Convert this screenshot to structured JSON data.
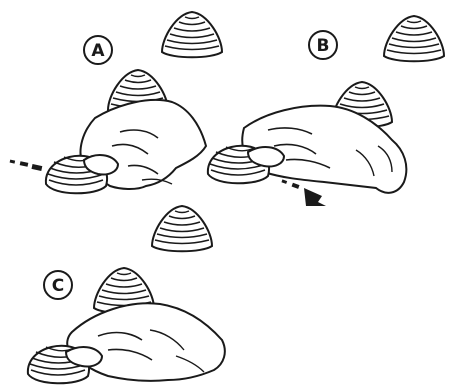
{
  "panels": [
    {
      "label": "A"
    },
    {
      "label": "B"
    },
    {
      "label": "C"
    }
  ],
  "colors": {
    "ink": "#1a1a1a",
    "fill": "#ffffff"
  }
}
